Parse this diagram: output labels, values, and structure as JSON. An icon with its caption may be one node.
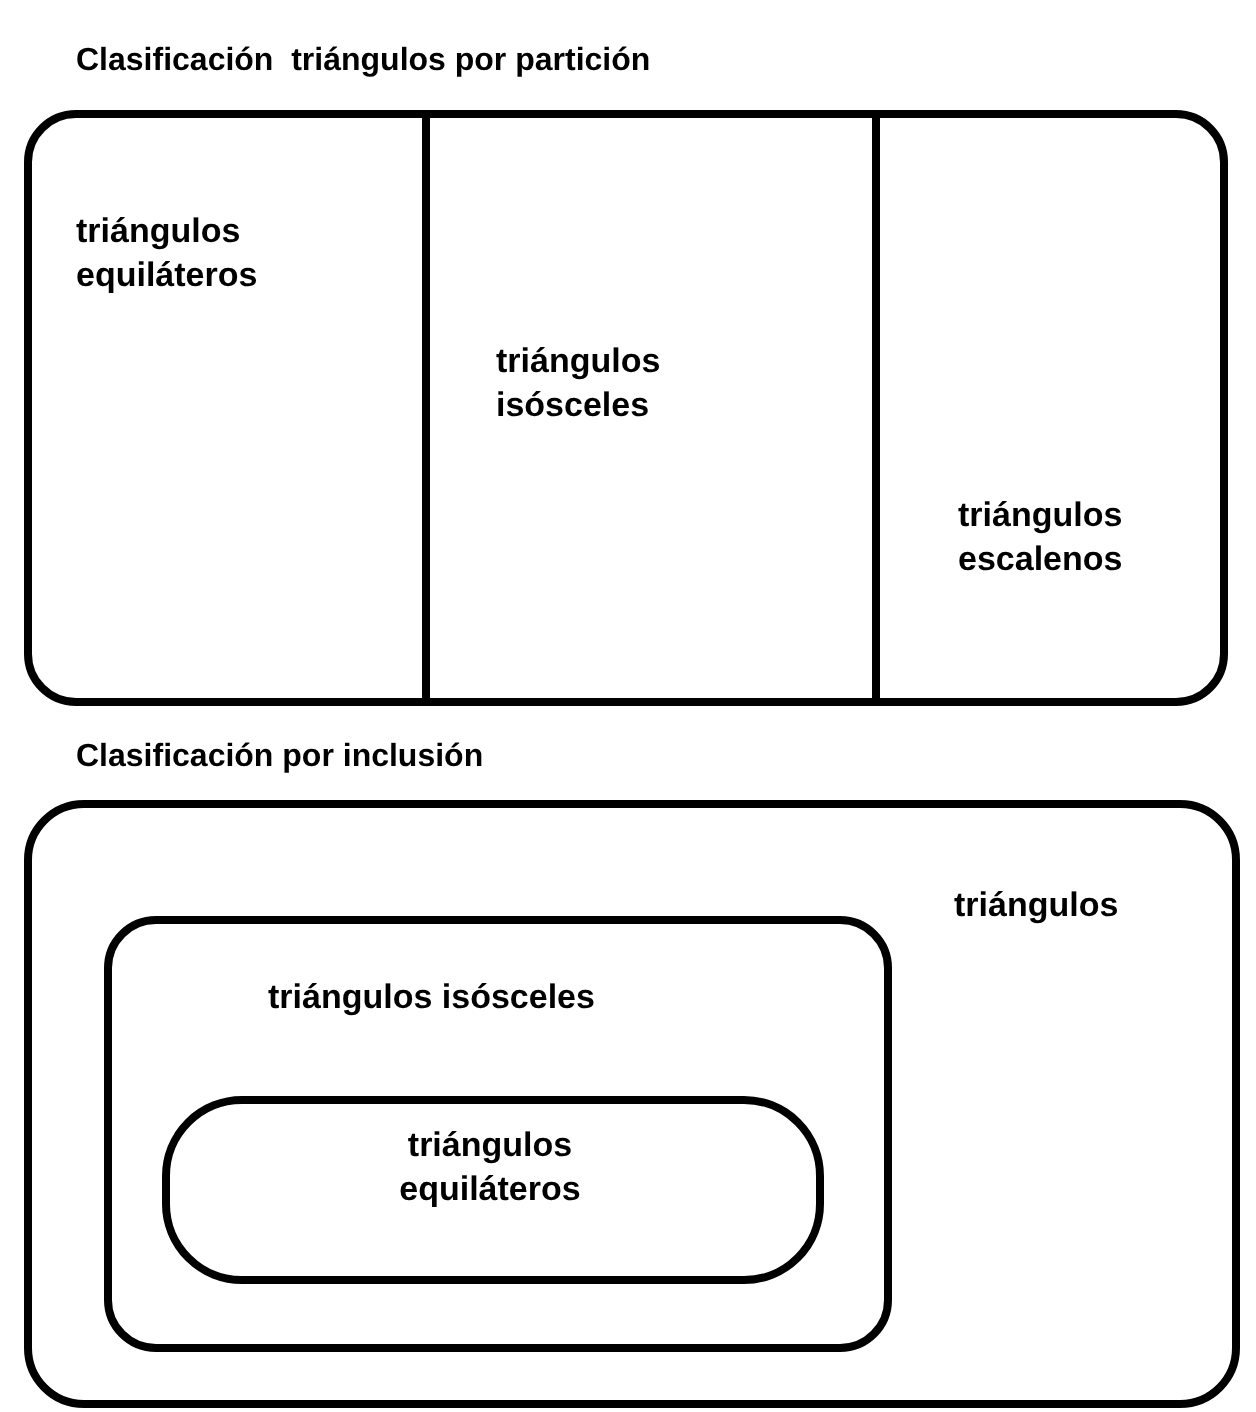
{
  "diagram": {
    "nodes": [
      {
        "text": [],
        "shape": "box"
      },
      {
        "text": [
          "triángulos equiláteros"
        ],
        "in": 0
      },
      {
        "text": [
          "triángulos isósceles"
        ],
        "in": 0
      },
      {
        "text": [
          "triángulos escalenos"
        ],
        "in": 0
      },
      {
        "text": [
          "triángulos"
        ]
      },
      {
        "text": [
          "triángulos isósceles"
        ],
        "in": 4
      },
      {
        "text": [
          "triángulos equiláteros"
        ],
        "in": 5
      }
    ],
    "labels": [
      "Clasificación  triángulos por partición",
      "Clasificación por inclusión"
    ]
  }
}
